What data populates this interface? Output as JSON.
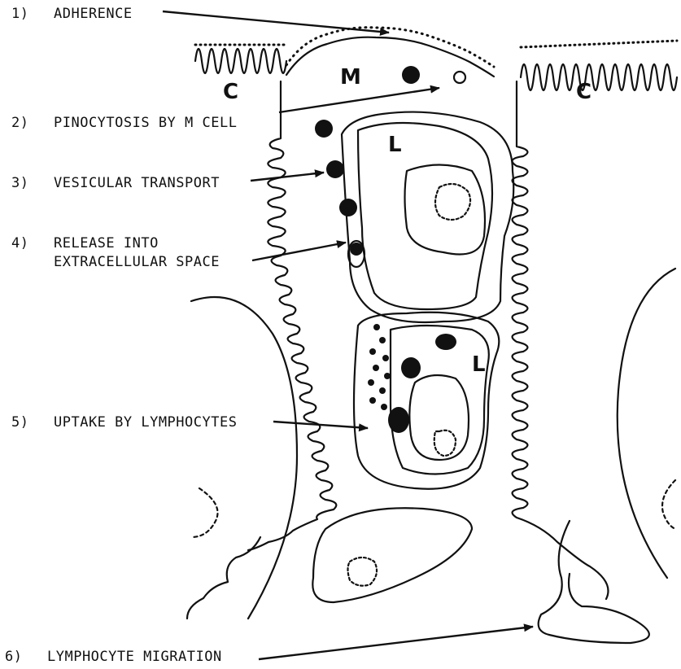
{
  "steps": [
    {
      "num": "1)",
      "text": "ADHERENCE"
    },
    {
      "num": "2)",
      "text": "PINOCYTOSIS BY M CELL"
    },
    {
      "num": "3)",
      "text": "VESICULAR TRANSPORT"
    },
    {
      "num": "4)",
      "text": "RELEASE INTO",
      "text2": "EXTRACELLULAR SPACE"
    },
    {
      "num": "5)",
      "text": "UPTAKE BY LYMPHOCYTES"
    },
    {
      "num": "6)",
      "text": "LYMPHOCYTE MIGRATION"
    }
  ],
  "cell_labels": {
    "m_cell": "M",
    "columnar_left": "C",
    "columnar_right": "C",
    "lymphocyte_upper": "L",
    "lymphocyte_lower": "L"
  },
  "colors": {
    "ink": "#111111",
    "background": "#ffffff"
  }
}
